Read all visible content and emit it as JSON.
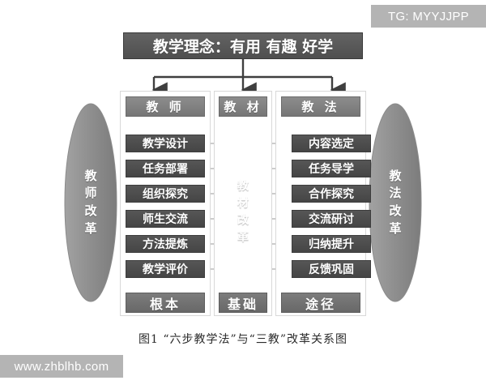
{
  "watermarks": {
    "telegram": "TG: MYYJJPP",
    "site": "www.zhblhb.com"
  },
  "diagram": {
    "title": "教学理念：有用  有趣  好学",
    "caption": "图1   “六步教学法”与“三教”改革关系图",
    "outer_left": {
      "label": "教师改革",
      "chars": [
        "教",
        "师",
        "改",
        "革"
      ]
    },
    "outer_right": {
      "label": "教法改革",
      "chars": [
        "教",
        "法",
        "改",
        "革"
      ]
    },
    "center_ellipse": {
      "label": "教材改革",
      "chars": [
        "教",
        "材",
        "改",
        "革"
      ]
    },
    "columns": [
      {
        "header": "教 师",
        "footer": "根本",
        "items": [
          "教学设计",
          "任务部署",
          "组织探究",
          "师生交流",
          "方法提炼",
          "教学评价"
        ]
      },
      {
        "header": "教 材",
        "footer": "基础",
        "items": []
      },
      {
        "header": "教 法",
        "footer": "途径",
        "items": [
          "内容选定",
          "任务导学",
          "合作探究",
          "交流研讨",
          "归纳提升",
          "反馈巩固"
        ]
      }
    ]
  },
  "colors": {
    "title_box": "#575757",
    "header_box": "#7d7d7d",
    "item_box": "#4a4a4a",
    "footer_box": "#737373",
    "ellipse": "#8e8e8e",
    "connector": "#3f3f3f",
    "arrow_thin": "#8a8a8a",
    "panel_border": "#d8d8d8",
    "watermark_bg": "#b4b4b4",
    "background": "#ffffff"
  }
}
